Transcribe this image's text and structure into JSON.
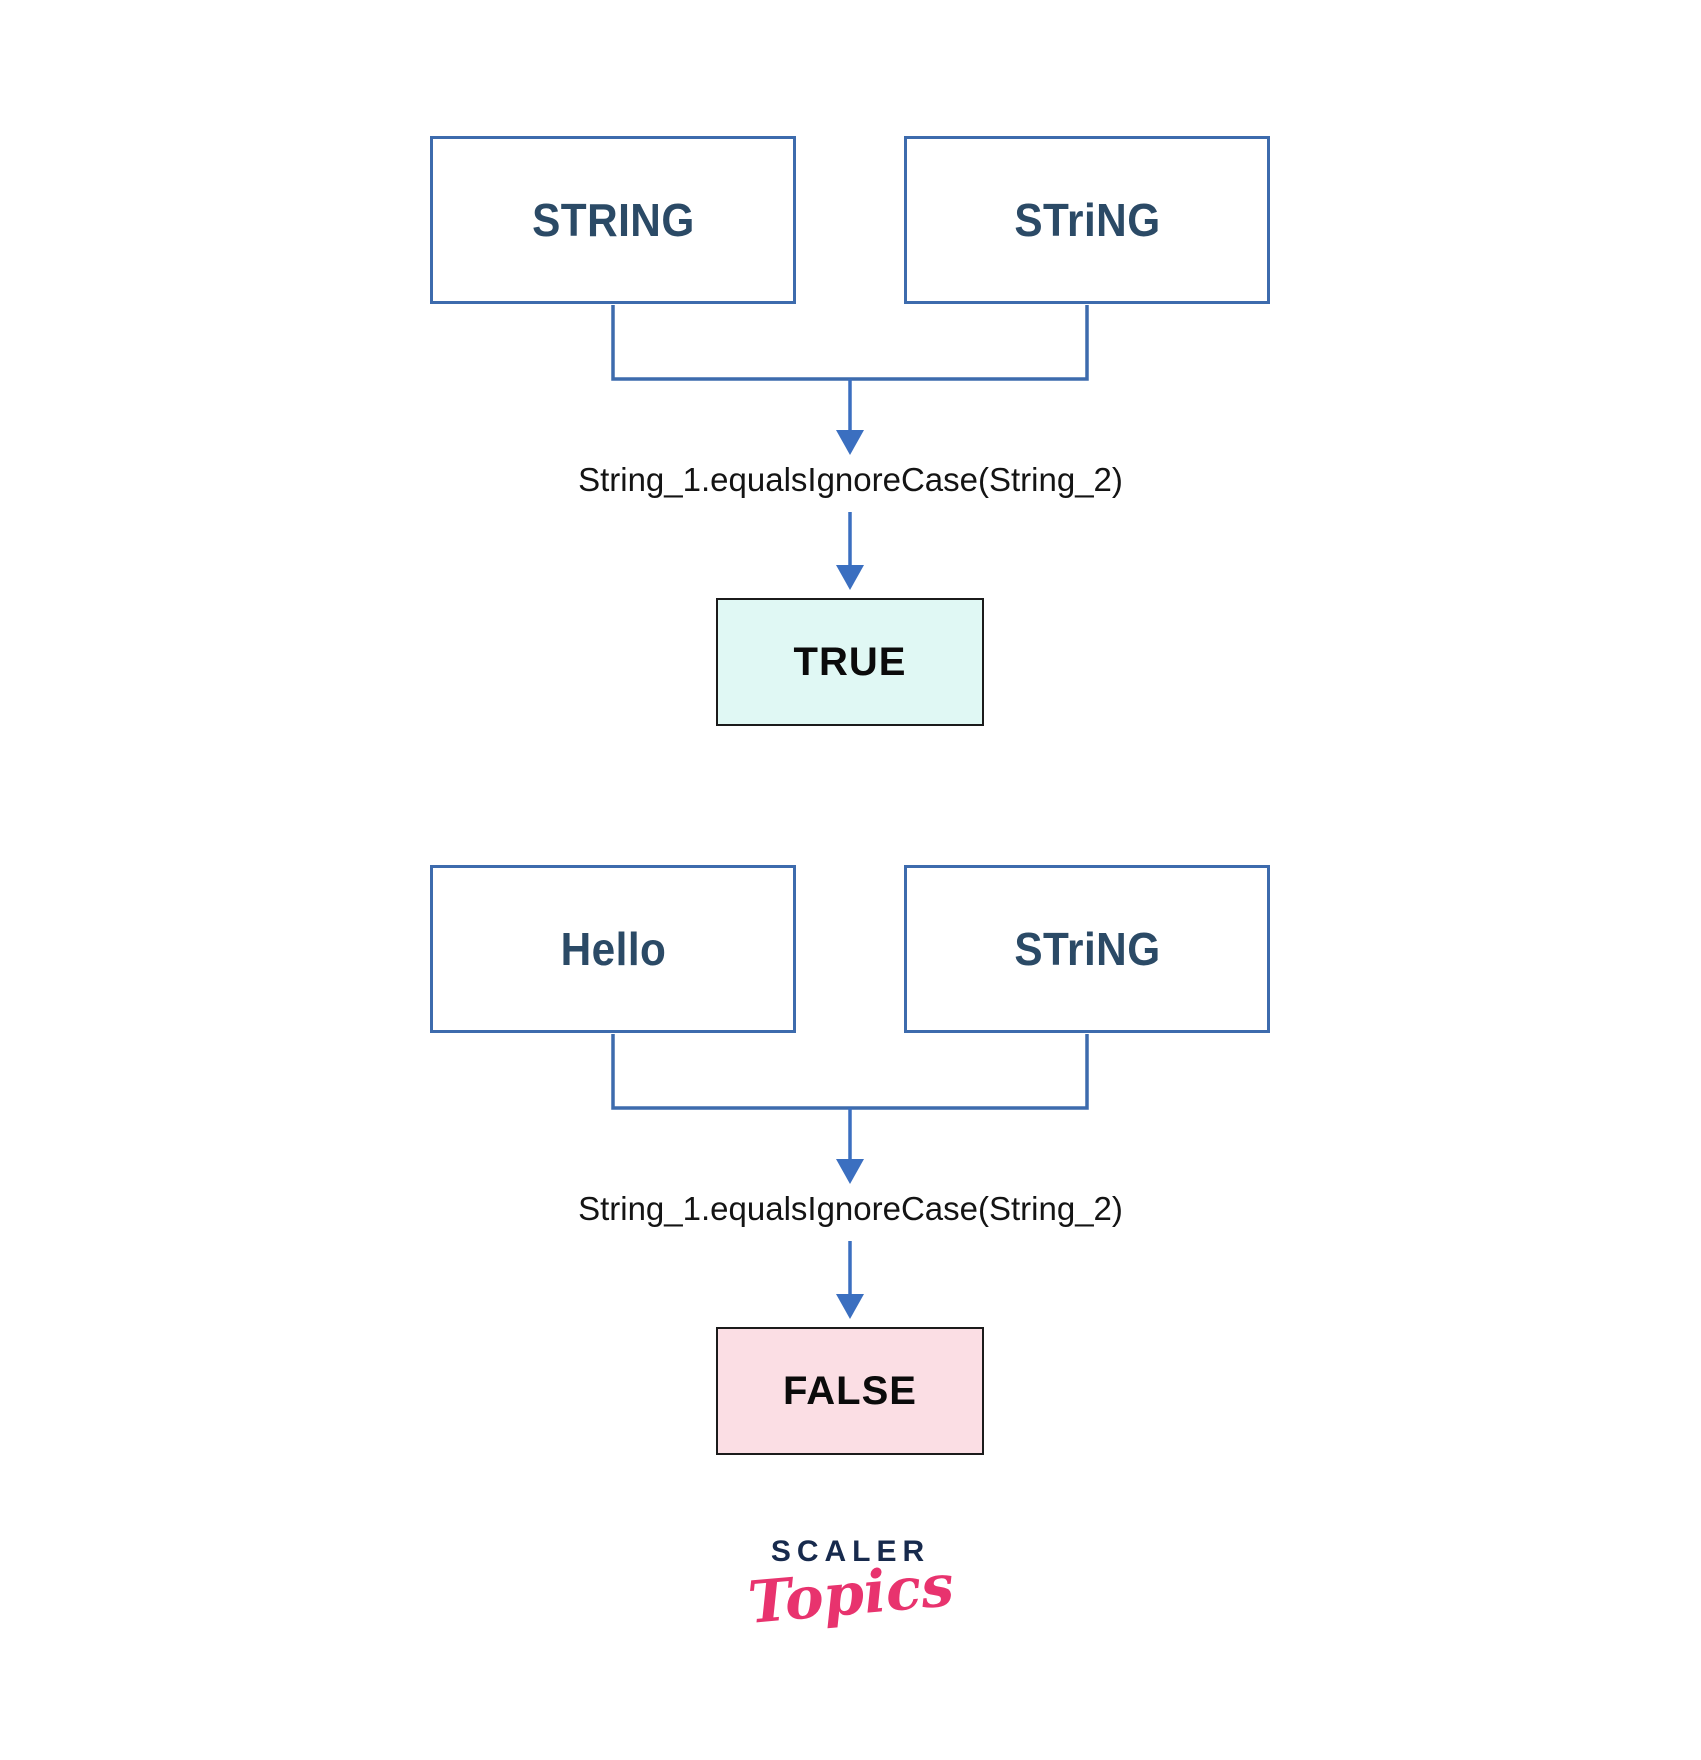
{
  "groups": [
    {
      "input1": "STRING",
      "input2": "STriNG",
      "method": "String_1.equalsIgnoreCase(String_2)",
      "result": "TRUE"
    },
    {
      "input1": "Hello",
      "input2": "STriNG",
      "method": "String_1.equalsIgnoreCase(String_2)",
      "result": "FALSE"
    }
  ],
  "logo": {
    "brand": "SCALER",
    "sub": "Topics"
  },
  "colors": {
    "box_border_blue": "#3d6bad",
    "box_text_navy": "#2b4a66",
    "arrow_blue": "#3b6fc0",
    "true_bg": "#e0f8f4",
    "false_bg": "#fbdee4",
    "result_border": "#1b1b1b",
    "logo_navy": "#172a4d",
    "logo_pink": "#e8336e"
  }
}
